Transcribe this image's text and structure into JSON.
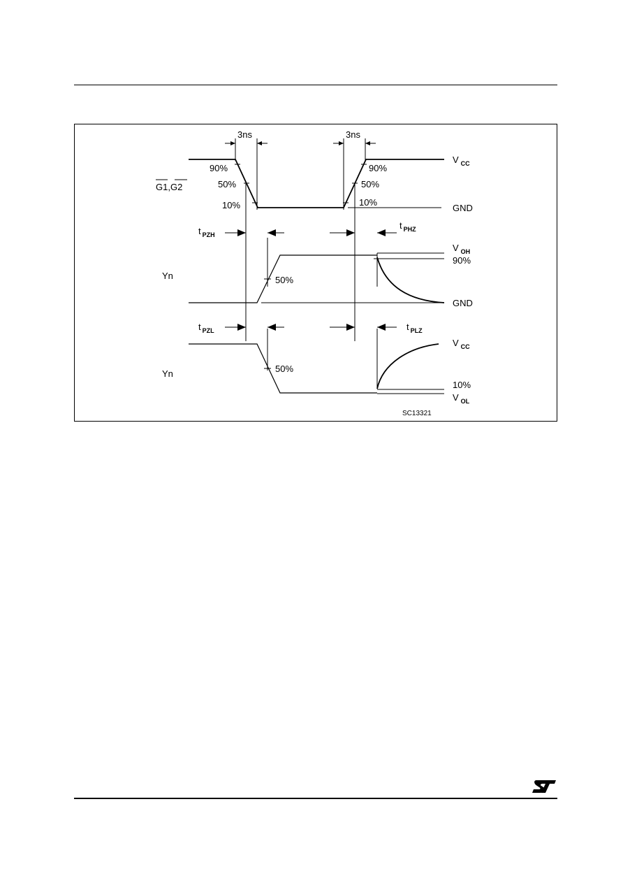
{
  "diagram": {
    "dt_left": "3ns",
    "dt_right": "3ns",
    "g_signal": "G1,G2",
    "yn_label_1": "Yn",
    "yn_label_2": "Yn",
    "pct_90_left": "90%",
    "pct_50_left": "50%",
    "pct_10_left": "10%",
    "pct_90_right": "90%",
    "pct_50_right": "50%",
    "pct_10_right": "10%",
    "pct_50_yn1": "50%",
    "pct_50_yn2": "50%",
    "pct_90_out": "90%",
    "pct_10_out": "10%",
    "vcc_1": {
      "main": "V",
      "sub": "CC"
    },
    "gnd_1": "GND",
    "voh": {
      "main": "V",
      "sub": "OH"
    },
    "gnd_2": "GND",
    "vcc_2": {
      "main": "V",
      "sub": "CC"
    },
    "vol": {
      "main": "V",
      "sub": "OL"
    },
    "t_pzh": {
      "main": "t",
      "sub": "PZH"
    },
    "t_phz": {
      "main": "t",
      "sub": "PHZ"
    },
    "t_pzl": {
      "main": "t",
      "sub": "PZL"
    },
    "t_plz": {
      "main": "t",
      "sub": "PLZ"
    },
    "figure_code": "SC13321"
  }
}
